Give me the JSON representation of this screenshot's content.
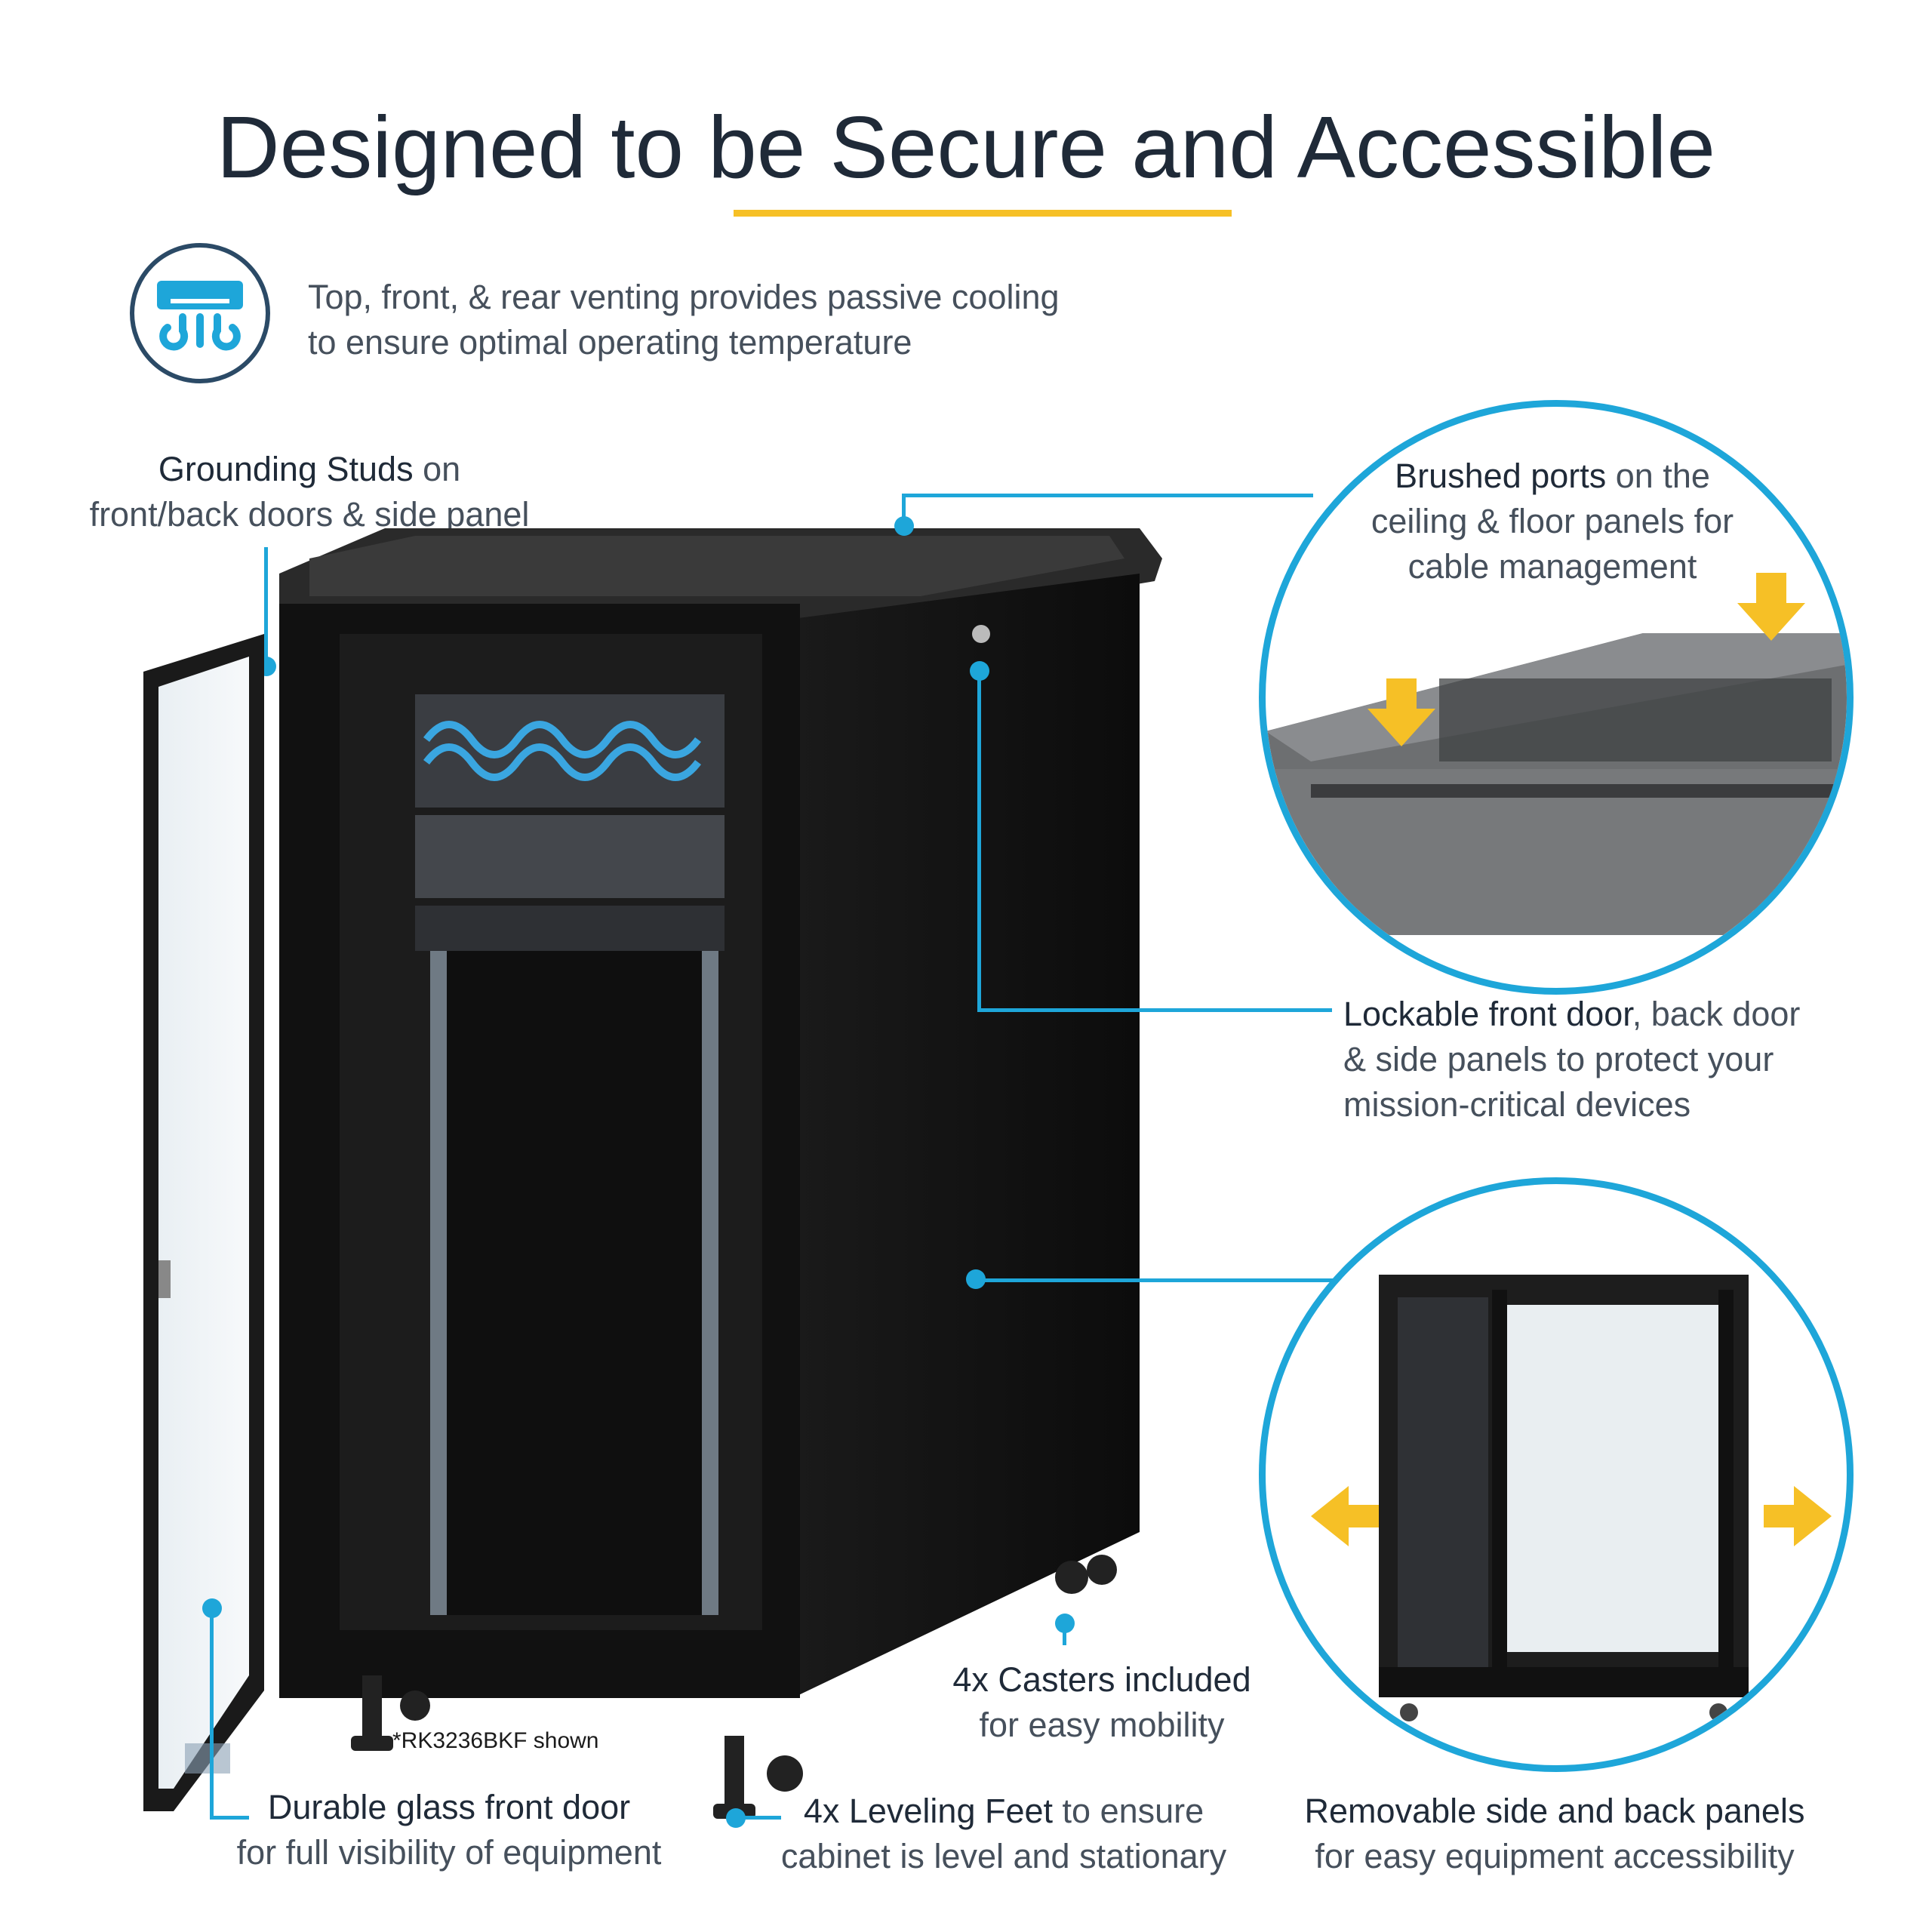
{
  "title": "Designed to be Secure and Accessible",
  "colors": {
    "accent_blue": "#1ea6d9",
    "accent_yellow": "#f6c026",
    "heading": "#1f2a38",
    "body_text": "#46505c"
  },
  "cooling": {
    "icon": "air-conditioner-icon",
    "line1": "Top, front, & rear venting provides passive cooling",
    "line2": "to ensure optimal operating temperature"
  },
  "grounding": {
    "bold": "Grounding Studs",
    "rest": " on",
    "line2": "front/back doors & side panel"
  },
  "brushed": {
    "bold": "Brushed ports",
    "rest": " on the",
    "line2": "ceiling & floor panels for",
    "line3": "cable management"
  },
  "lockable": {
    "bold": "Lockable front door",
    "rest": ", back door",
    "line2": "& side panels to protect your",
    "line3": "mission-critical devices"
  },
  "casters": {
    "bold": "4x Casters included",
    "line2": "for easy mobility"
  },
  "glass": {
    "bold": "Durable glass front door",
    "line2": "for full visibility of equipment"
  },
  "feet": {
    "bold": "4x Leveling Feet",
    "rest": " to ensure",
    "line2": "cabinet is level and stationary"
  },
  "removable": {
    "bold": "Removable side and back panels",
    "line2": "for easy equipment accessibility"
  },
  "model_note": "*RK3236BKF shown"
}
